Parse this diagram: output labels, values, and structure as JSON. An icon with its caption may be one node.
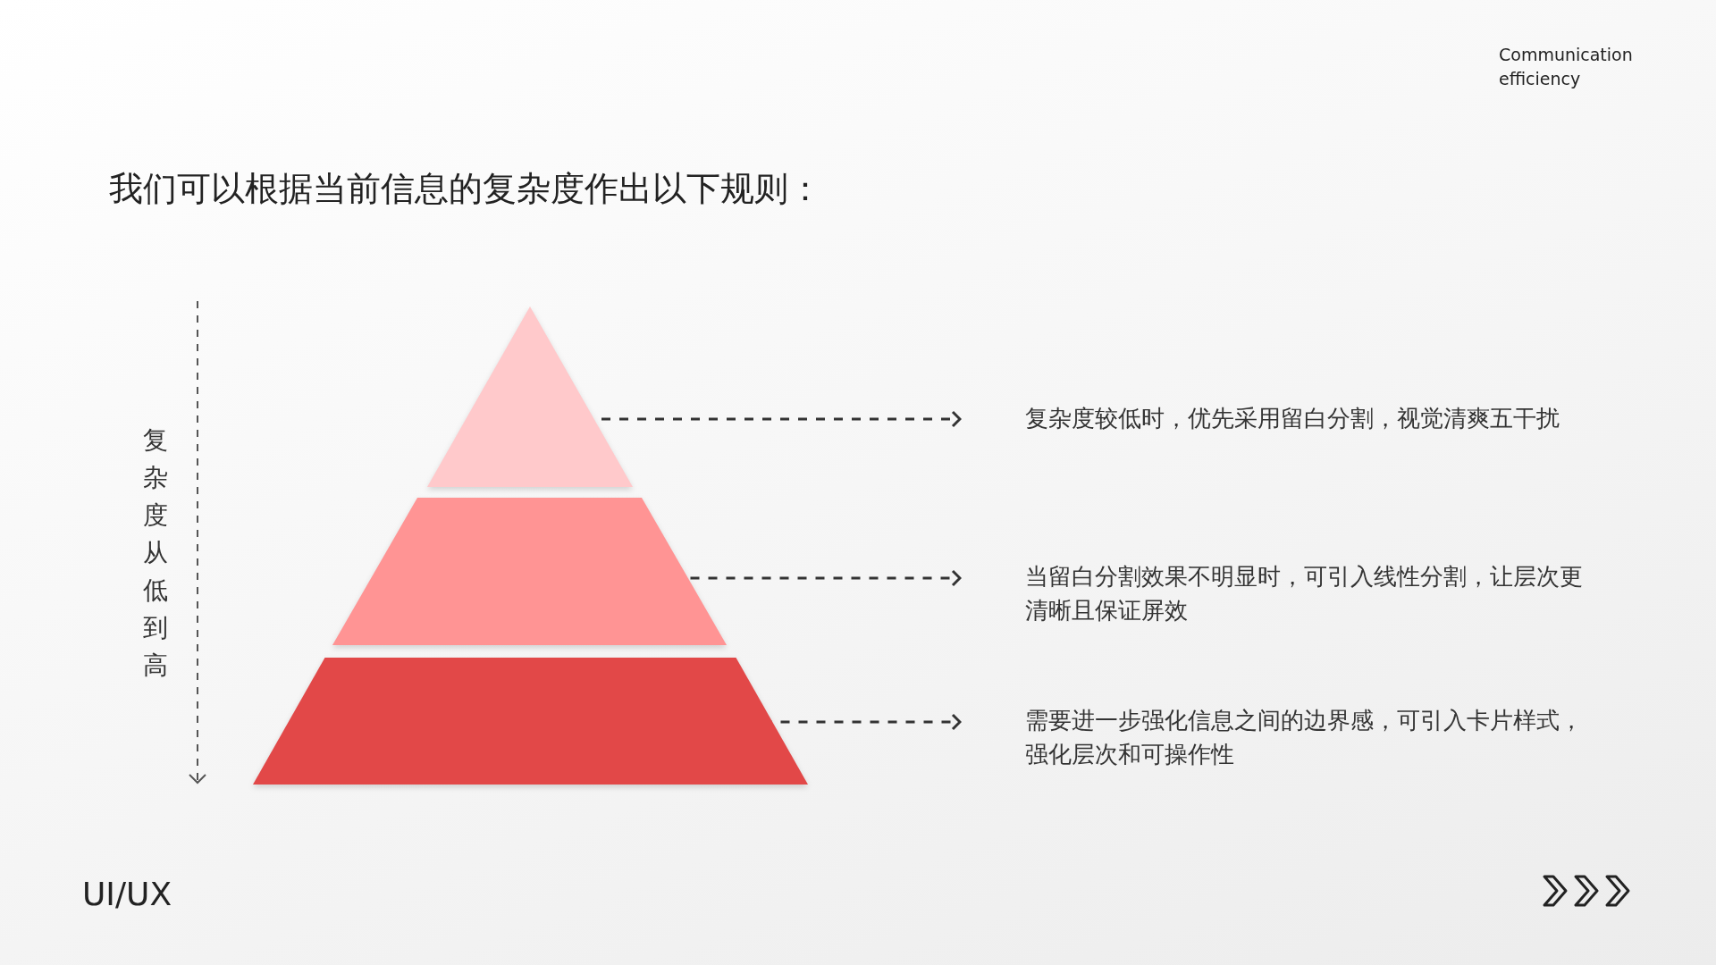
{
  "diagram": {
    "title": "我们可以根据当前信息的复杂度作出以下规则：",
    "nodes": [
      {
        "text": [],
        "shape": "triangle"
      },
      {
        "text": [],
        "shape": "trapezoid"
      },
      {
        "text": [],
        "shape": "trapezoid"
      },
      {
        "text": [
          "复杂度较低时，优先采用留白分割，视觉清爽五干扰"
        ]
      },
      {
        "text": [
          "当留白分割效果不明显时，可引入线性分割，让层次更清晰且保证屏效"
        ]
      },
      {
        "text": [
          "需要进一步强化信息之间的边界感，可引入卡片样式，强化层次和可操作性"
        ]
      }
    ],
    "edges": [
      {
        "from": 0,
        "to": 3,
        "arrow": "to",
        "style": "dashed"
      },
      {
        "from": 1,
        "to": 4,
        "arrow": "to",
        "style": "dashed"
      },
      {
        "from": 2,
        "to": 5,
        "arrow": "to",
        "style": "dashed"
      }
    ],
    "labels": [
      "Communication efficiency",
      "复杂度从低到高",
      "UI/UX"
    ]
  }
}
